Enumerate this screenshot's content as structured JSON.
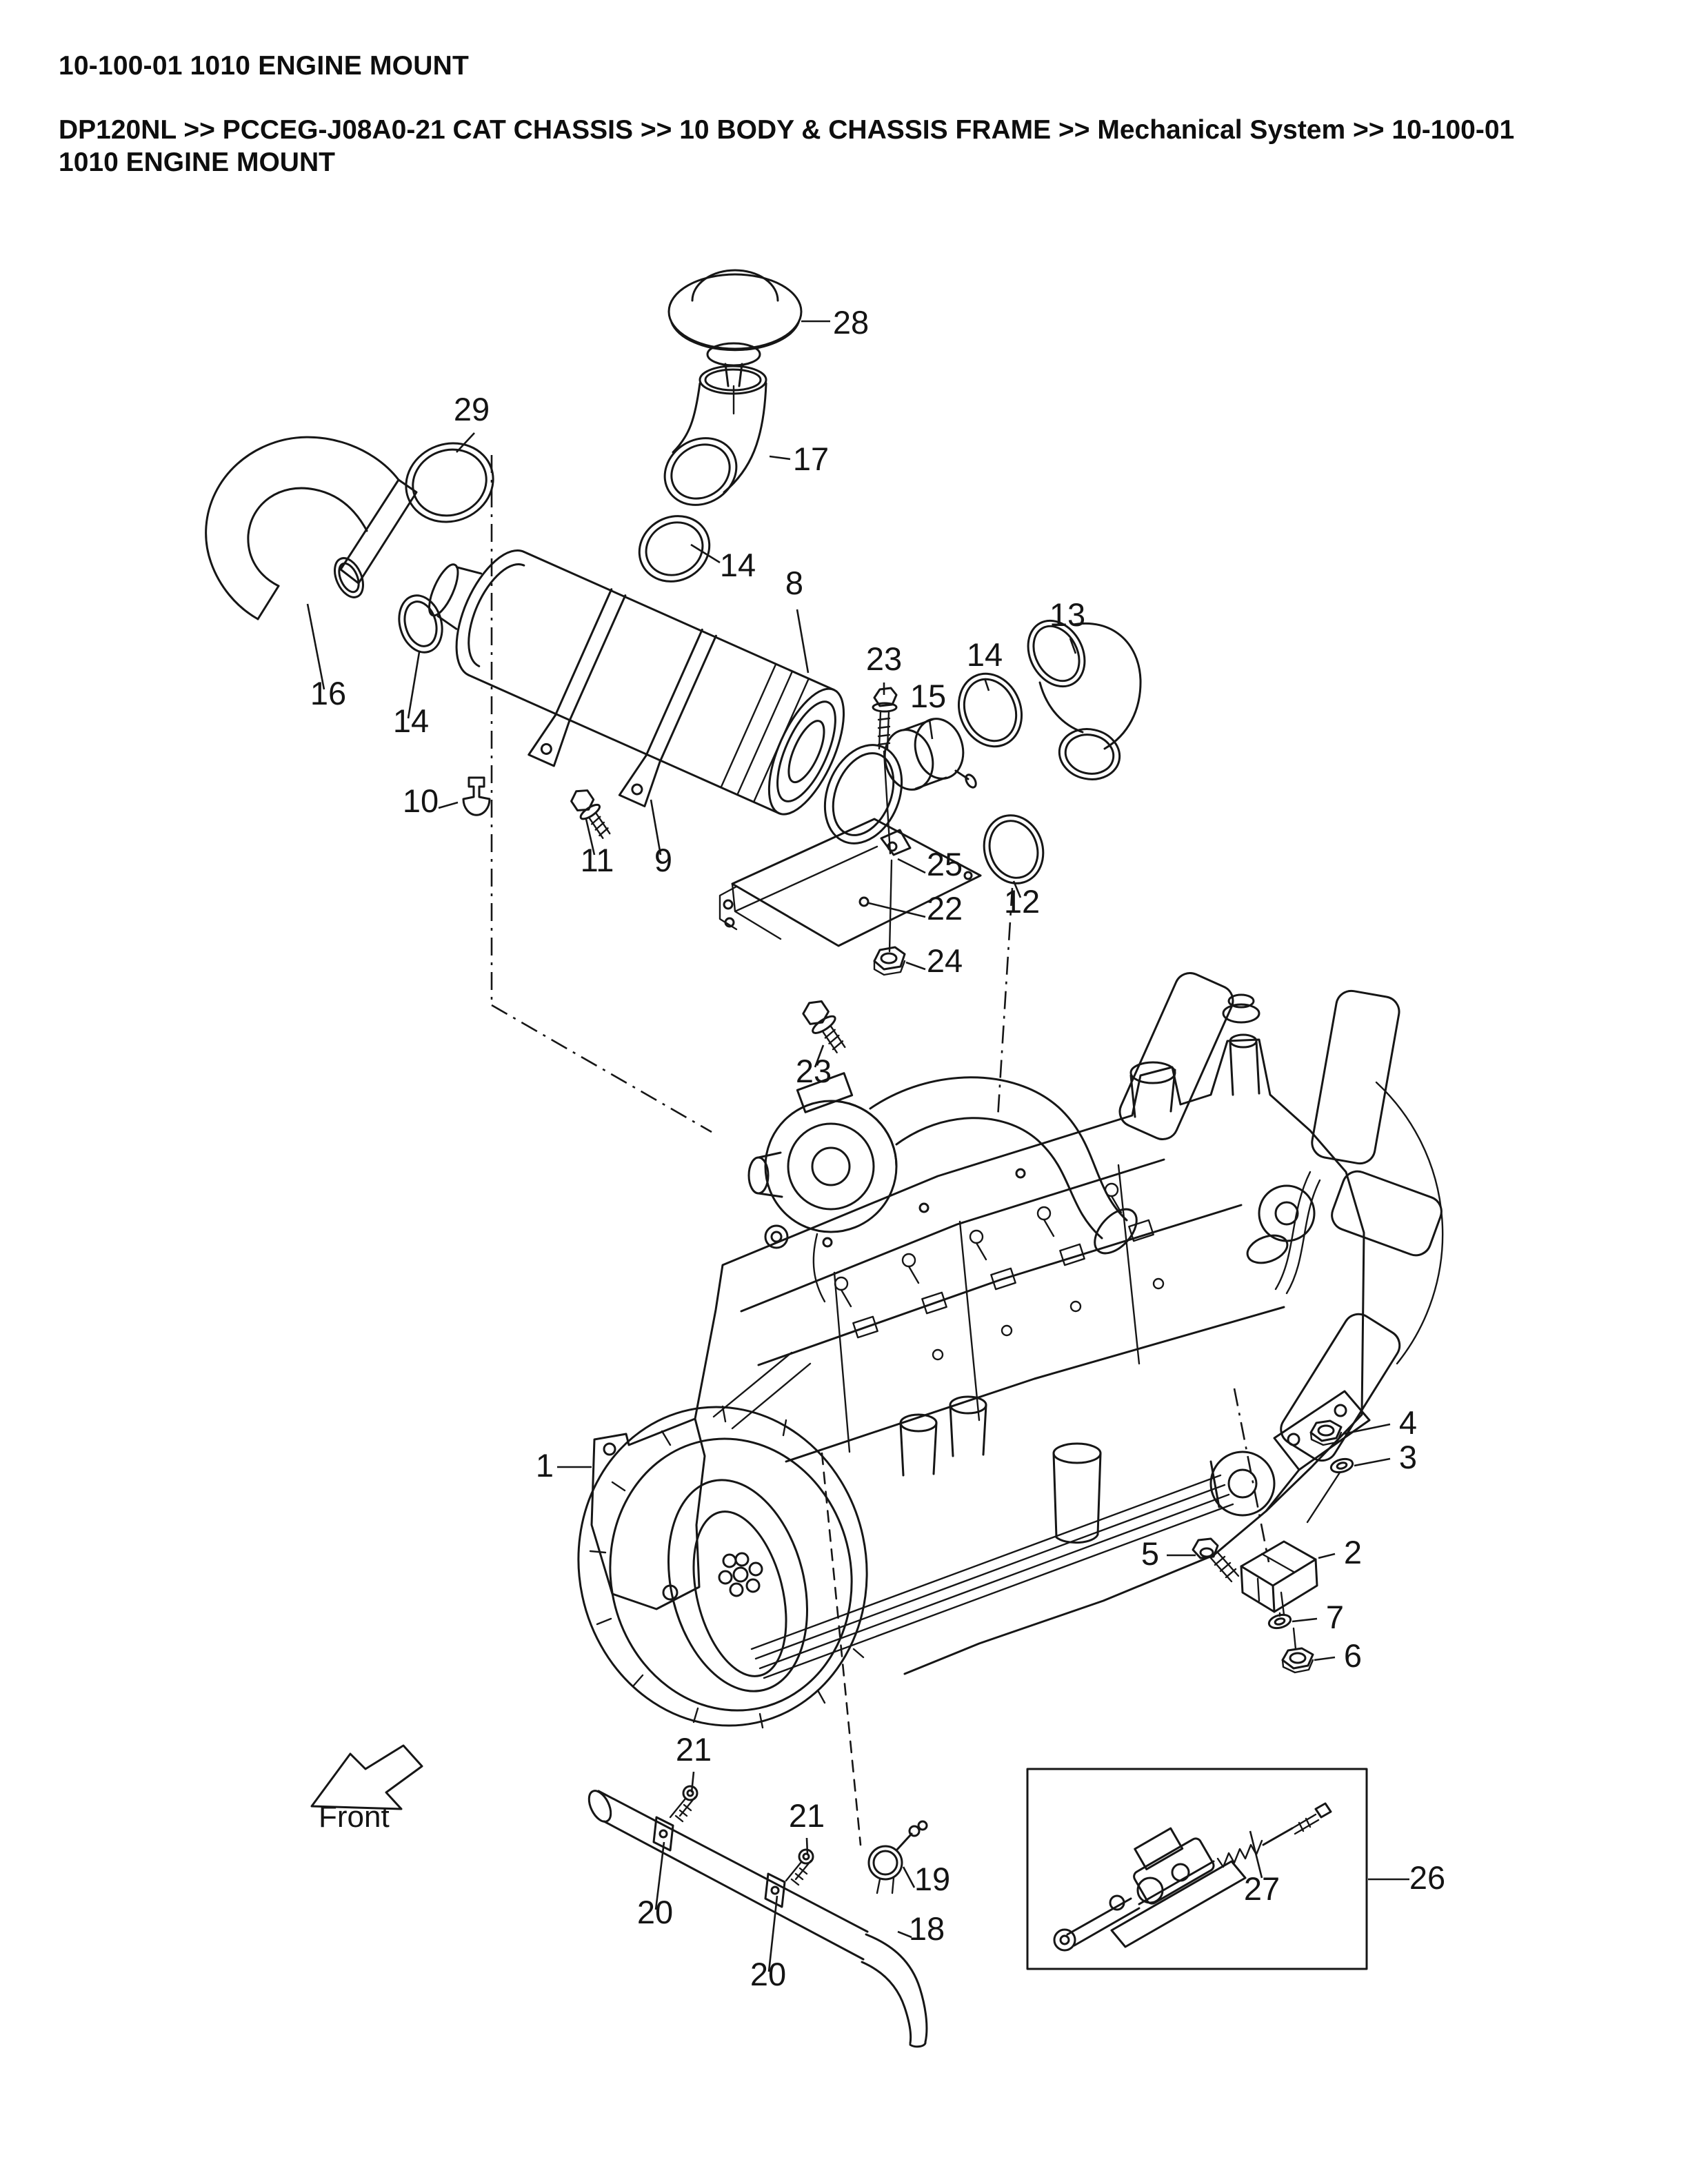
{
  "page": {
    "title": "10-100-01 1010 ENGINE MOUNT",
    "breadcrumb": "DP120NL >> PCCEG-J08A0-21 CAT CHASSIS >> 10 BODY & CHASSIS FRAME >> Mechanical System >> 10-100-01 1010 ENGINE MOUNT"
  },
  "colors": {
    "ink": "#161616",
    "paper": "#ffffff"
  },
  "diagram": {
    "front_label": "Front",
    "callouts": [
      {
        "id": "28",
        "label": "28"
      },
      {
        "id": "29",
        "label": "29"
      },
      {
        "id": "17",
        "label": "17"
      },
      {
        "id": "14-a",
        "label": "14"
      },
      {
        "id": "8",
        "label": "8"
      },
      {
        "id": "16",
        "label": "16"
      },
      {
        "id": "14-b",
        "label": "14"
      },
      {
        "id": "23-a",
        "label": "23"
      },
      {
        "id": "15",
        "label": "15"
      },
      {
        "id": "14-c",
        "label": "14"
      },
      {
        "id": "13",
        "label": "13"
      },
      {
        "id": "10",
        "label": "10"
      },
      {
        "id": "11",
        "label": "11"
      },
      {
        "id": "9",
        "label": "9"
      },
      {
        "id": "25",
        "label": "25"
      },
      {
        "id": "22",
        "label": "22"
      },
      {
        "id": "12",
        "label": "12"
      },
      {
        "id": "24",
        "label": "24"
      },
      {
        "id": "23-b",
        "label": "23"
      },
      {
        "id": "1",
        "label": "1"
      },
      {
        "id": "4",
        "label": "4"
      },
      {
        "id": "3",
        "label": "3"
      },
      {
        "id": "5",
        "label": "5"
      },
      {
        "id": "2",
        "label": "2"
      },
      {
        "id": "7",
        "label": "7"
      },
      {
        "id": "6",
        "label": "6"
      },
      {
        "id": "21-a",
        "label": "21"
      },
      {
        "id": "21-b",
        "label": "21"
      },
      {
        "id": "19",
        "label": "19"
      },
      {
        "id": "18",
        "label": "18"
      },
      {
        "id": "20-a",
        "label": "20"
      },
      {
        "id": "20-b",
        "label": "20"
      },
      {
        "id": "27",
        "label": "27"
      },
      {
        "id": "26",
        "label": "26"
      }
    ]
  }
}
